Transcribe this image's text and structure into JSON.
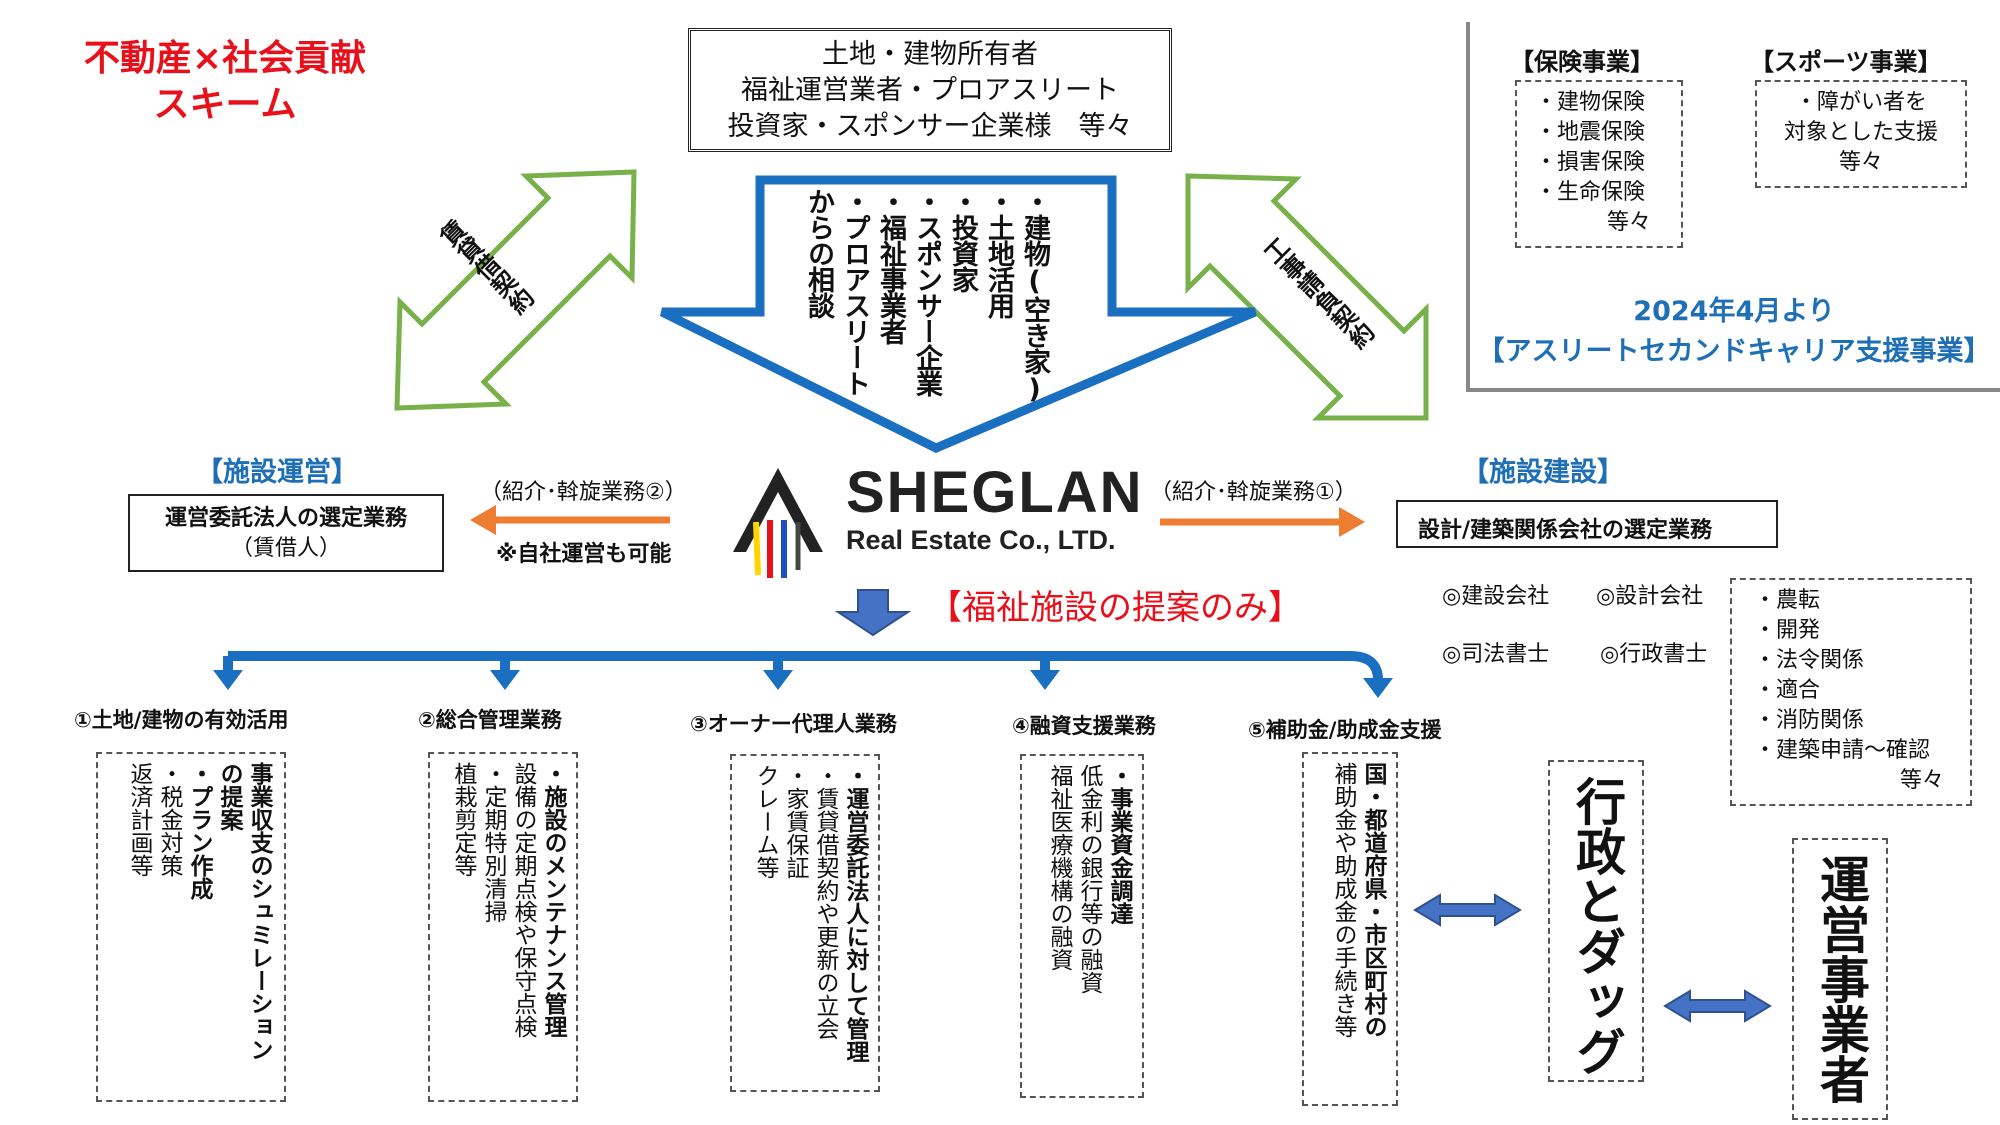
{
  "colors": {
    "title_red": "#e8101a",
    "blue_accent": "#1f6fb6",
    "green_arrow": "#78b04a",
    "orange_arrow": "#ed7d31",
    "big_arrow_blue": "#1b6fc0",
    "gray_line": "#888888"
  },
  "title": {
    "line1": "不動産×社会貢献",
    "line2": "スキーム"
  },
  "owners": {
    "lines": [
      "土地・建物所有者",
      "福祉運営業者・プロアスリート",
      "投資家・スポンサー企業様　等々"
    ]
  },
  "big_arrow": {
    "lines": [
      "・建物(空き家)",
      "・土地活用",
      "・投資家",
      "・スポンサー企業",
      "・福祉事業者",
      "・プロアスリート",
      "からの相談"
    ]
  },
  "left_green_arrow": {
    "label": "賃貸借契約",
    "icon": "double-arrow"
  },
  "right_green_arrow": {
    "label": "工事請負契約",
    "icon": "double-arrow"
  },
  "insurance": {
    "title": "【保険事業】",
    "items": [
      "・建物保険",
      "・地震保険",
      "・損害保険",
      "・生命保険"
    ],
    "suffix": "等々"
  },
  "sports": {
    "title": "【スポーツ事業】",
    "items": [
      "・障がい者を",
      "対象とした支援"
    ],
    "suffix": "等々"
  },
  "athlete": {
    "line1": "2024年4月より",
    "line2": "【アスリートセカンドキャリア支援事業】"
  },
  "facility_ops": {
    "heading": "【施設運営】",
    "box_title": "運営委託法人の選定業務",
    "box_sub": "（賃借人）"
  },
  "intro2": {
    "label": "（紹介･斡旋業務②）",
    "note": "※自社運営も可能"
  },
  "intro1": {
    "label": "（紹介･斡旋業務①）"
  },
  "facility_build": {
    "heading": "【施設建設】",
    "box_title": "設計/建築関係会社の選定業務"
  },
  "logo": {
    "name": "SHEGLAN",
    "sub": "Real Estate Co., LTD."
  },
  "welfare_only": "【福祉施設の提案のみ】",
  "partners": {
    "row1": [
      "◎建設会社",
      "◎設計会社"
    ],
    "row2": [
      "◎司法書士",
      "◎行政書士"
    ]
  },
  "permits": {
    "items": [
      "・農転",
      "・開発",
      "・法令関係",
      "・適合",
      "・消防関係",
      "・建築申請～確認"
    ],
    "suffix": "等々"
  },
  "services": [
    {
      "title": "①土地/建物の有効活用",
      "cols": [
        {
          "text": "事業収支のシュミレーション",
          "bold": true
        },
        {
          "text": "の提案",
          "bold": true
        },
        {
          "text": "・プラン作成",
          "bold": true
        },
        {
          "text": "・税金対策",
          "bold": false
        },
        {
          "text": "返済計画等",
          "bold": false
        }
      ]
    },
    {
      "title": "②総合管理業務",
      "cols": [
        {
          "text": "・施設のメンテナンス管理",
          "bold": true
        },
        {
          "text": "設備の定期点検や保守点検",
          "bold": false
        },
        {
          "text": "・定期特別清掃",
          "bold": false
        },
        {
          "text": "植栽剪定等",
          "bold": false
        }
      ]
    },
    {
      "title": "③オーナー代理人業務",
      "cols": [
        {
          "text": "・運営委託法人に対して管理",
          "bold": true
        },
        {
          "text": "・賃貸借契約や更新の立会",
          "bold": false
        },
        {
          "text": "・家賃保証",
          "bold": false
        },
        {
          "text": "クレーム等",
          "bold": false
        }
      ]
    },
    {
      "title": "④融資支援業務",
      "cols": [
        {
          "text": "・事業資金調達",
          "bold": true
        },
        {
          "text": "低金利の銀行等の融資",
          "bold": false
        },
        {
          "text": "福祉医療機構の融資",
          "bold": false
        }
      ]
    },
    {
      "title": "⑤補助金/助成金支援",
      "cols": [
        {
          "text": "国・都道府県・市区町村の",
          "bold": true
        },
        {
          "text": "補助金や助成金の手続き等",
          "bold": false
        }
      ]
    }
  ],
  "gov": {
    "text": "行政とダッグ"
  },
  "operator": {
    "text": "運営事業者"
  }
}
